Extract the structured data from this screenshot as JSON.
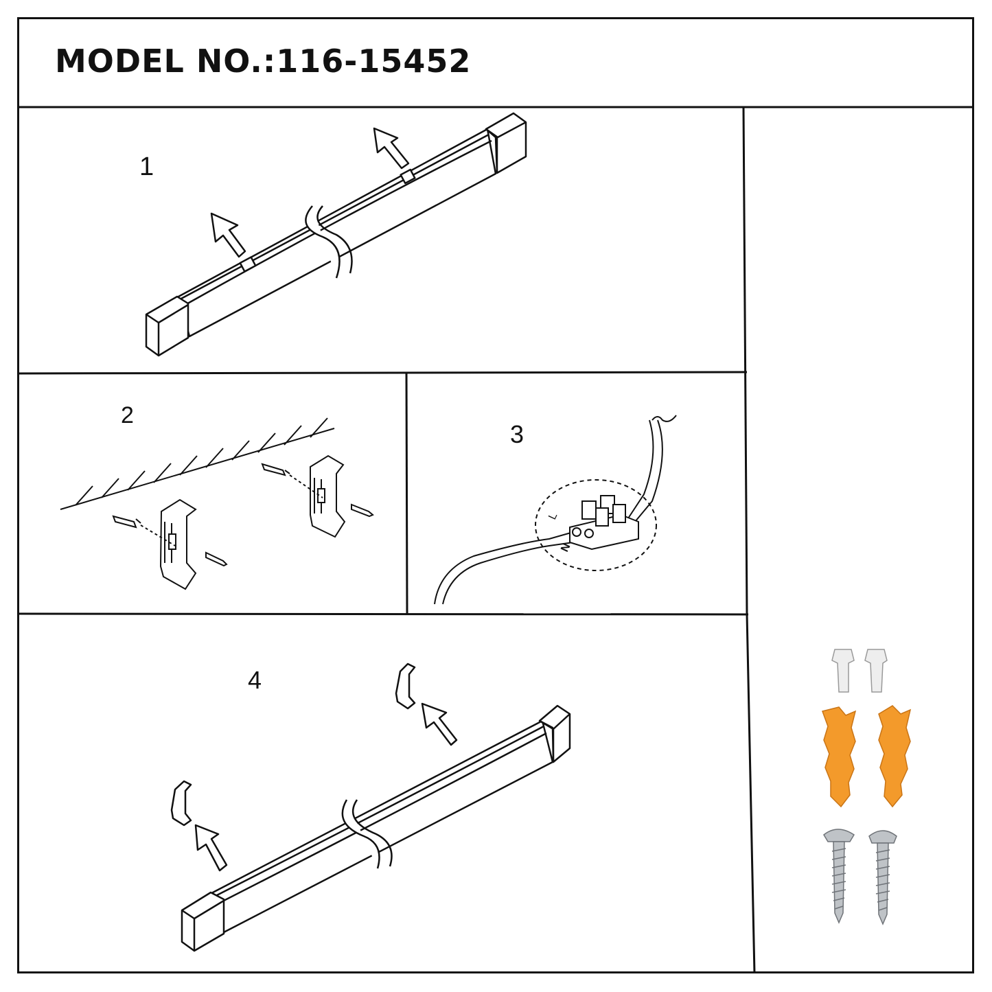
{
  "header": {
    "model": "MODEL NO.:116-15452"
  },
  "steps": [
    {
      "number": "1"
    },
    {
      "number": "2"
    },
    {
      "number": "3"
    },
    {
      "number": "4"
    }
  ],
  "wiring": {
    "live_label": "L",
    "neutral_label": "N"
  },
  "parts": [
    {
      "name": "plastic-cap",
      "count": 2,
      "color": "#eeeeee"
    },
    {
      "name": "wall-anchor",
      "count": 2,
      "color": "#f39a2b"
    },
    {
      "name": "screw",
      "count": 2,
      "color": "#bfc3c7"
    }
  ]
}
